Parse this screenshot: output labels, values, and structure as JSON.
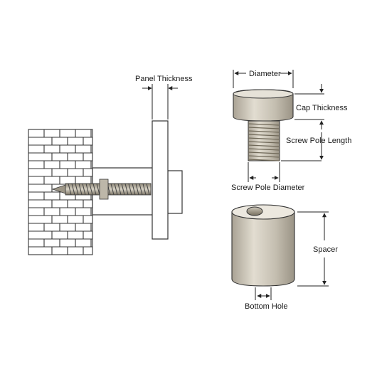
{
  "labels": {
    "panel_thickness": "Panel Thickness",
    "diameter": "Diameter",
    "cap_thickness": "Cap Thickness",
    "screw_pole_length": "Screw Pole Length",
    "screw_pole_diameter": "Screw Pole Diameter",
    "spacer": "Spacer",
    "bottom_hole": "Bottom Hole"
  }
}
